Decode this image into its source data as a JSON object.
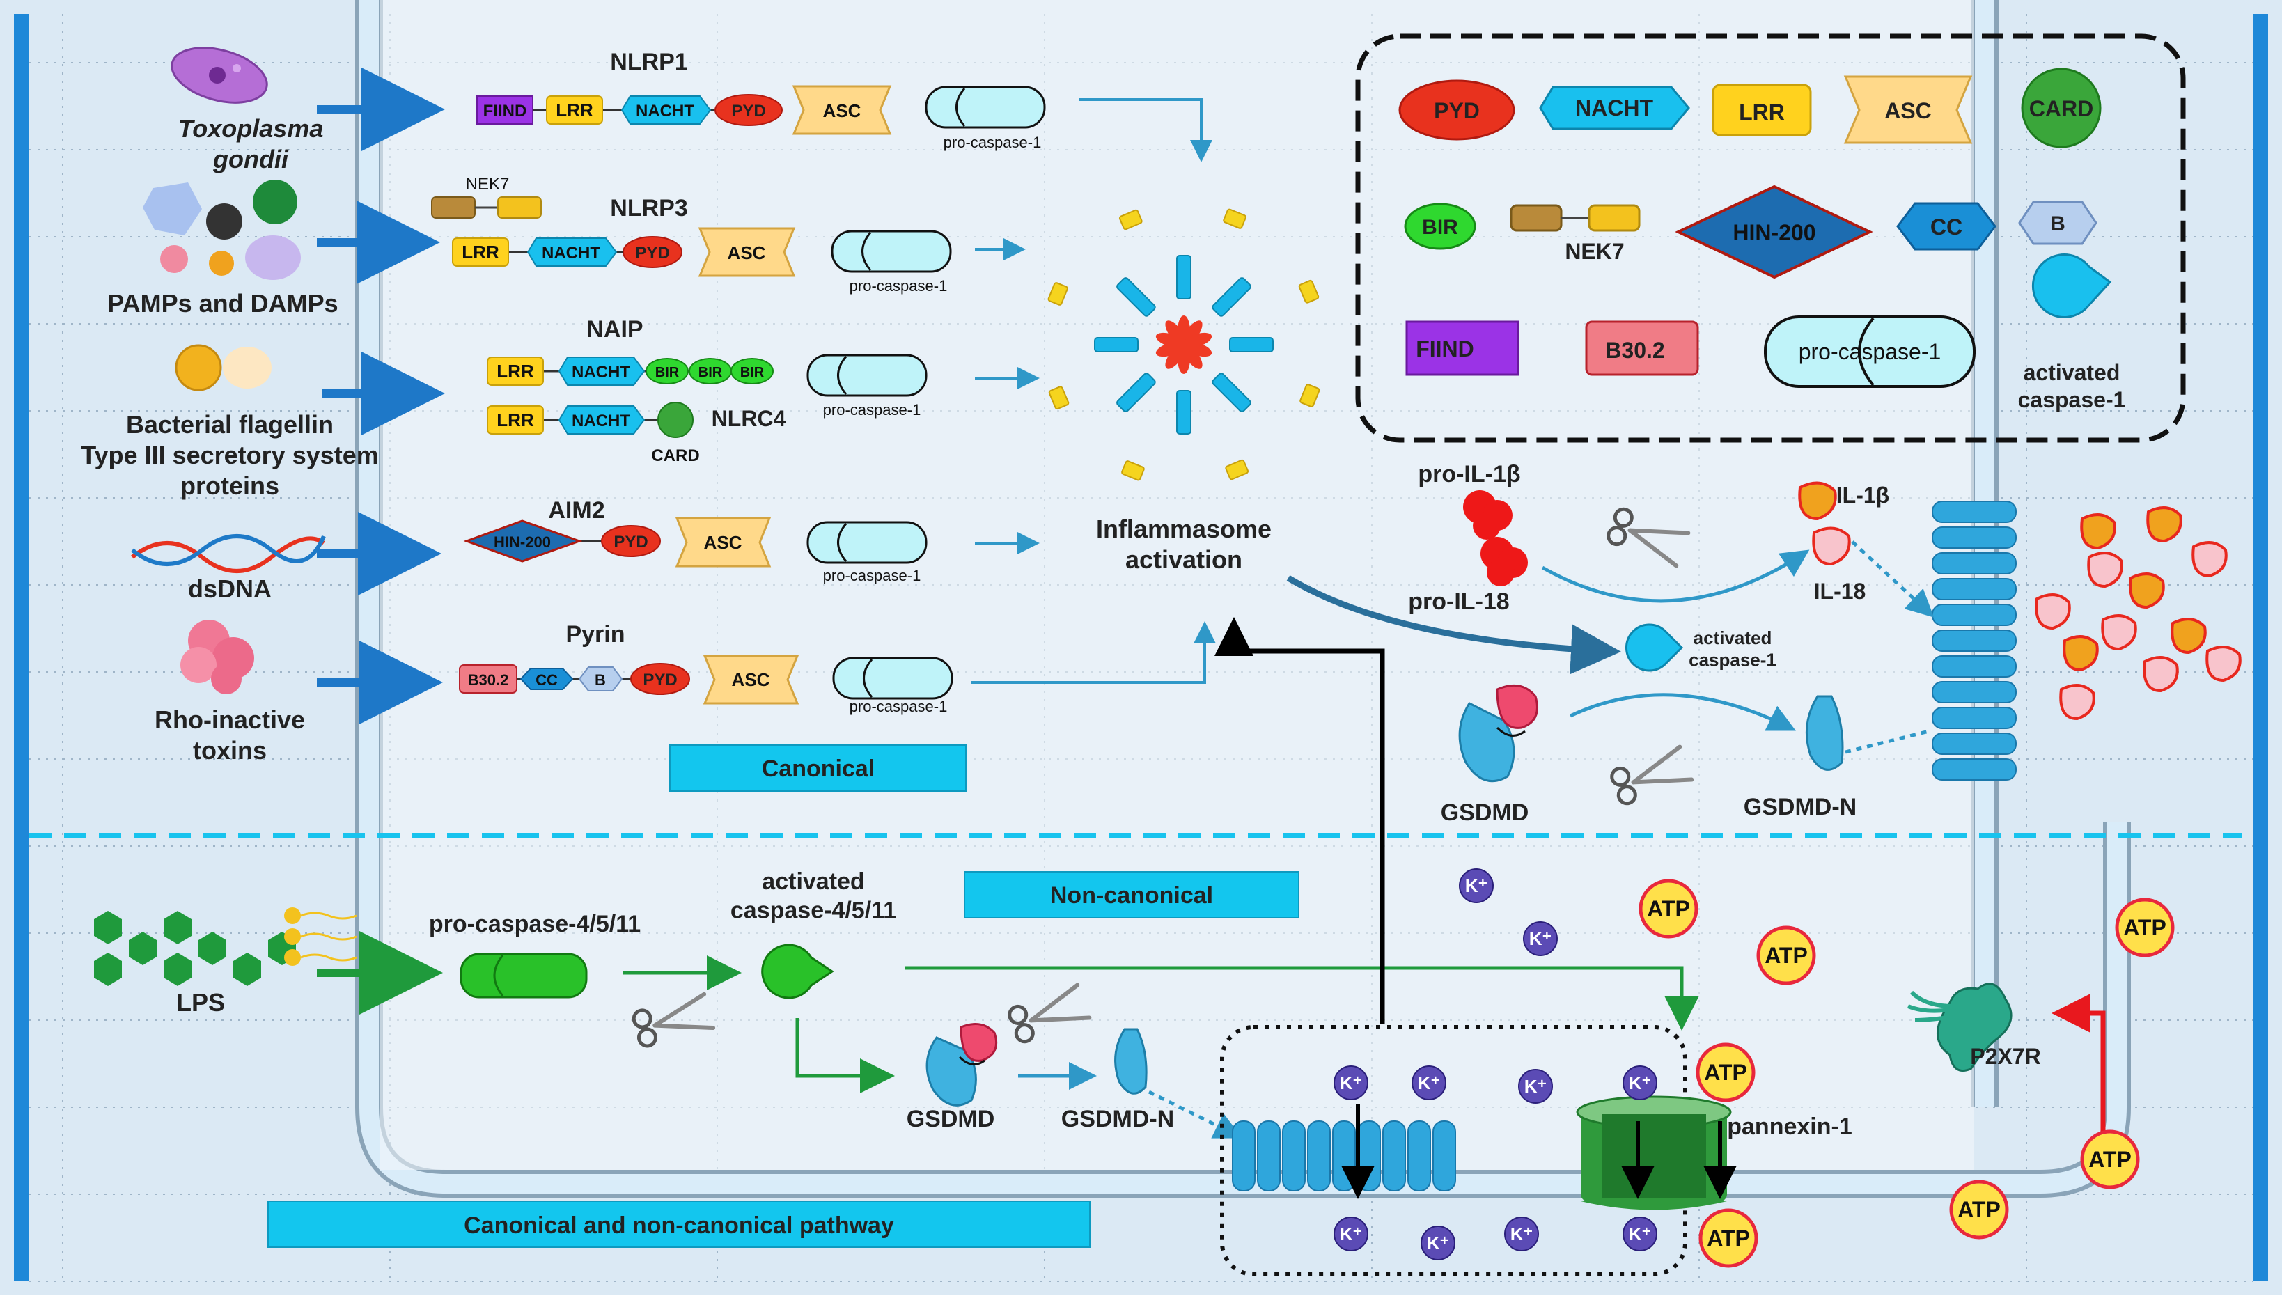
{
  "legend": {
    "pyd": "PYD",
    "nacht": "NACHT",
    "lrr": "LRR",
    "asc": "ASC",
    "card": "CARD",
    "bir": "BIR",
    "nek7": "NEK7",
    "hin200": "HIN-200",
    "cc": "CC",
    "b": "B",
    "fiind": "FIIND",
    "b302": "B30.2",
    "procasp1": "pro-caspase-1",
    "activated_casp1": "activated\ncaspase-1"
  },
  "triggers": {
    "toxoplasma": "Toxoplasma\ngondii",
    "pamps": "PAMPs and DAMPs",
    "flagellin": "Bacterial flagellin\nType III secretory system\nproteins",
    "dsdna": "dsDNA",
    "rho": "Rho-inactive\ntoxins",
    "lps": "LPS"
  },
  "sensors": {
    "nlrp1": "NLRP1",
    "nlrp3": "NLRP3",
    "nek7": "NEK7",
    "naip": "NAIP",
    "nlrc4": "NLRC4",
    "card": "CARD",
    "aim2": "AIM2",
    "pyrin": "Pyrin"
  },
  "domains": {
    "fiind": "FIIND",
    "lrr": "LRR",
    "nacht": "NACHT",
    "pyd": "PYD",
    "asc": "ASC",
    "bir": "BIR",
    "hin200": "HIN-200",
    "b302": "B30.2",
    "cc": "CC",
    "b": "B",
    "procasp1": "pro-caspase-1"
  },
  "center": {
    "inflammasome": "Inflammasome\nactivation",
    "pro_il1b": "pro-IL-1β",
    "pro_il18": "pro-IL-18",
    "il1b": "IL-1β",
    "il18": "IL-18",
    "activated_casp1": "activated\ncaspase-1",
    "gsdmd": "GSDMD",
    "gsdmd_n": "GSDMD-N"
  },
  "section_labels": {
    "canonical": "Canonical",
    "noncanonical": "Non-canonical",
    "both": "Canonical and non-canonical pathway"
  },
  "noncanonical": {
    "procasp": "pro-caspase-4/5/11",
    "activated": "activated\ncaspase-4/5/11",
    "gsdmd": "GSDMD",
    "gsdmd_n": "GSDMD-N"
  },
  "ions": {
    "k": "K⁺",
    "atp": "ATP",
    "pannexin": "pannexin-1",
    "p2x7r": "P2X7R"
  },
  "colors": {
    "bg_outer": "#dbe9f4",
    "bg_cell": "#f4f8fc",
    "pyd": "#e8321e",
    "nacht": "#19c0ee",
    "lrr": "#ffd21e",
    "asc": "#ffd98a",
    "card": "#3aa63a",
    "bir": "#2fd82f",
    "hin200": "#1d6cb0",
    "cc": "#1a8fd6",
    "b": "#b7cfee",
    "fiind": "#9b33e6",
    "b302": "#f07c86",
    "procasp": "#bff3f9",
    "procasp_green": "#29c129",
    "arrow_blue": "#1e78c8",
    "arrow_green": "#1f9a3c",
    "arrow_red": "#e8181e",
    "k_ion": "#5b4bb5",
    "atp_fill": "#ffe04a",
    "atp_stroke": "#e8283c",
    "section_box": "#13c6ee"
  }
}
